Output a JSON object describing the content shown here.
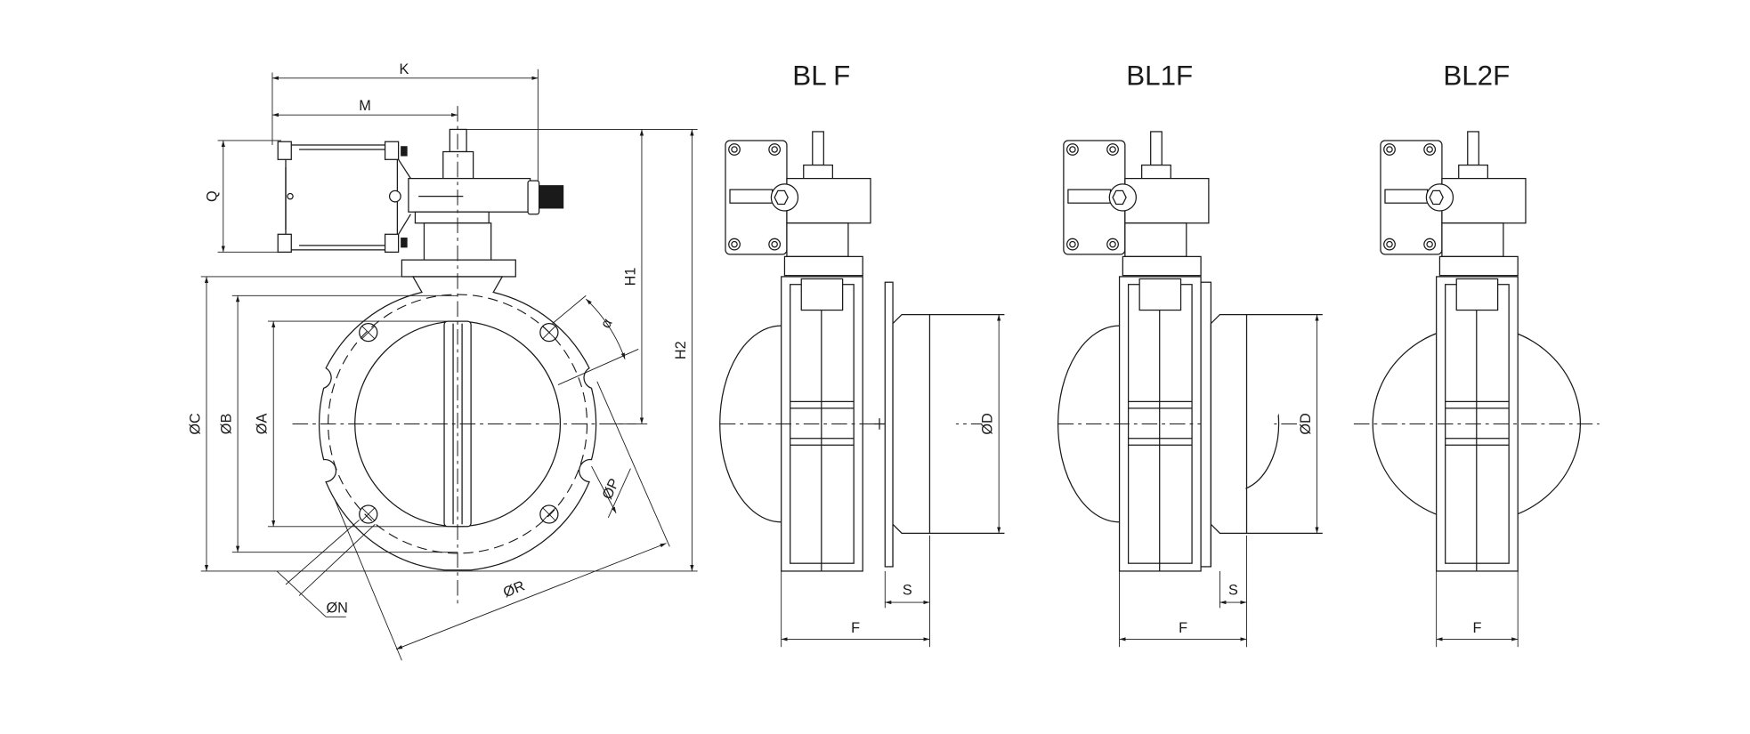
{
  "front_view": {
    "labels": {
      "K": "K",
      "M": "M",
      "Q": "Q",
      "H1": "H1",
      "H2": "H2",
      "C": "ØC",
      "B": "ØB",
      "A": "ØA",
      "N": "ØN",
      "R": "ØR",
      "P": "ØP",
      "angle": "α"
    }
  },
  "side_views": [
    {
      "title": "BL F",
      "D": "ØD",
      "S": "S",
      "F": "F"
    },
    {
      "title": "BL1F",
      "D": "ØD",
      "S": "S",
      "F": "F"
    },
    {
      "title": "BL2F",
      "F": "F"
    }
  ],
  "colors": {
    "line": "#1a1a1a",
    "background": "#ffffff"
  }
}
